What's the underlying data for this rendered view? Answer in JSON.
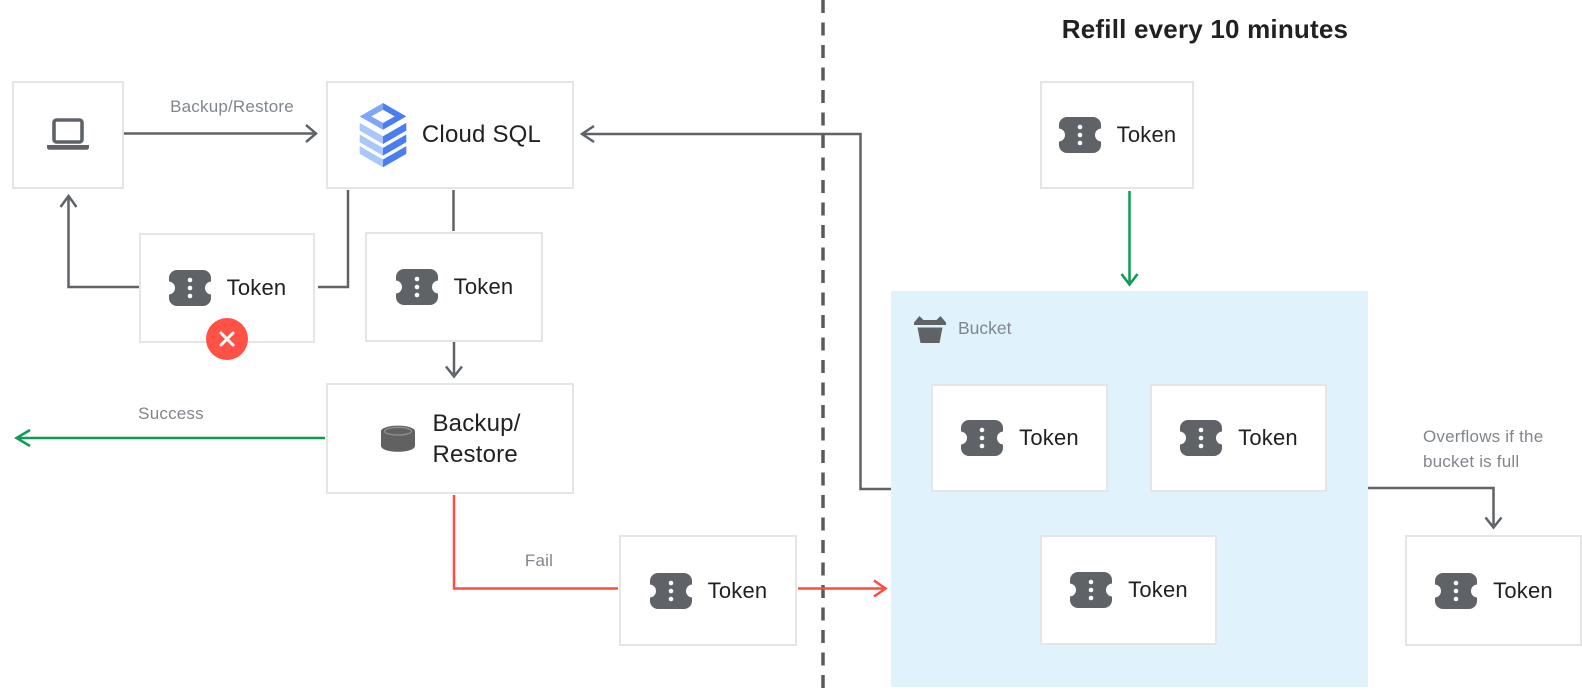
{
  "title": "Refill every 10 minutes",
  "node_labels": {
    "cloud_sql": "Cloud SQL",
    "backup_restore_line1": "Backup/",
    "backup_restore_line2": "Restore",
    "token": "Token",
    "bucket": "Bucket"
  },
  "edge_labels": {
    "backup_restore": "Backup/Restore",
    "success": "Success",
    "fail": "Fail",
    "overflow_line1": "Overflows if the",
    "overflow_line2": "bucket is full"
  },
  "colors": {
    "connector": "#5f6368",
    "success_green": "#0f9b54",
    "fail_red": "#ff4b40",
    "badge_red": "#ff5145",
    "bucket_background": "#e0f3fc",
    "cloud_sql_blue": "#4a7df0",
    "cloud_sql_light_blue": "#a8c7fa"
  }
}
